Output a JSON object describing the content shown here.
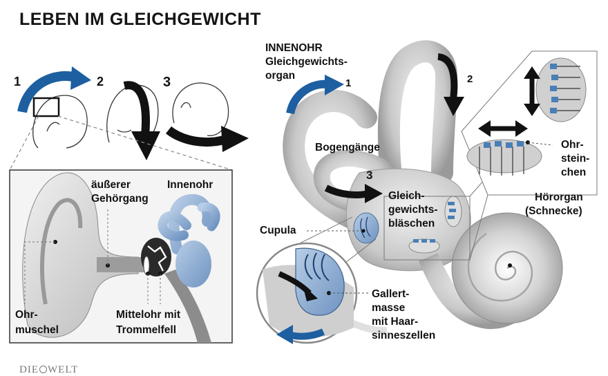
{
  "title": "LEBEN IM GLEICHGEWICHT",
  "steps": {
    "one": "1",
    "two": "2",
    "three": "3"
  },
  "labels": {
    "innenohr_header": "INNENOHR",
    "gleichgewichtsorgan": [
      "Gleichgewichts-",
      "organ"
    ],
    "bogengaenge": "Bogengänge",
    "gleichgewichtsblaeschen": [
      "Gleich-",
      "gewichts-",
      "bläschen"
    ],
    "cupula": "Cupula",
    "gallertmasse": [
      "Gallert-",
      "masse",
      "mit Haar-",
      "sinneszellen"
    ],
    "ohrsteinchen": [
      "Ohr-",
      "stein-",
      "chen"
    ],
    "hoerorgan": [
      "Hörorgan",
      "(Schnecke)"
    ],
    "aeusserer_gehoergang": [
      "äußerer",
      "Gehörgang"
    ],
    "innenohr": "Innenohr",
    "ohrmuschel": [
      "Ohr-",
      "muschel"
    ],
    "mittelohr": [
      "Mittelohr mit",
      "Trommelfell"
    ]
  },
  "logo": {
    "left": "DIE",
    "right": "WELT"
  },
  "colors": {
    "accent_blue": "#1d5fa0",
    "light_blue": "#9ab6d8",
    "tube_gray": "#c9c9c9",
    "arrow": "#111111"
  }
}
